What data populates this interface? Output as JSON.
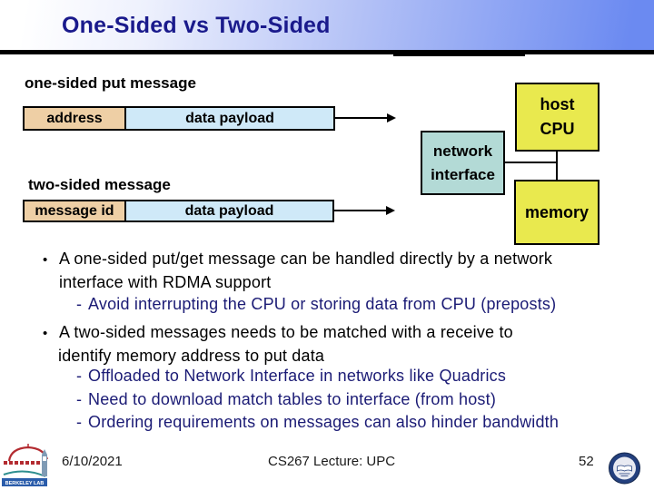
{
  "slide": {
    "title": "One-Sided vs Two-Sided",
    "footer": {
      "date": "6/10/2021",
      "course": "CS267 Lecture: UPC",
      "page_number": "52"
    }
  },
  "diagram": {
    "one_sided_heading": "one-sided put message",
    "two_sided_heading": "two-sided message",
    "one_sided_message": {
      "left_field": "address",
      "right_field": "data payload"
    },
    "two_sided_message": {
      "left_field": "message id",
      "right_field": "data payload"
    },
    "network_interface": {
      "line1": "network",
      "line2": "interface"
    },
    "host_cpu": {
      "line1": "host",
      "line2": "CPU"
    },
    "memory": "memory"
  },
  "bullets": {
    "dot": "•",
    "dash": "-",
    "lines": [
      "A one-sided put/get message can be handled directly by a network",
      "interface with RDMA support",
      "Avoid interrupting the CPU or storing data from CPU (preposts)",
      "A two-sided messages needs to be matched with a receive to",
      "identify memory address to put data",
      "Offloaded to Network Interface in networks like Quadrics",
      "Need to download match tables to interface (from host)",
      "Ordering requirements on messages can also hinder bandwidth"
    ]
  },
  "logos": {
    "berkeley_lab_text": "BERKELEY LAB"
  },
  "colors": {
    "title_navy": "#1a1a8c",
    "banner_blue": "#6b8af1",
    "address_tan": "#eecfa5",
    "payload_blue": "#cfe9f8",
    "interface_teal": "#b3dad6",
    "cpu_yellow": "#e9e94e",
    "sub_bullet_navy": "#1b1b75"
  }
}
